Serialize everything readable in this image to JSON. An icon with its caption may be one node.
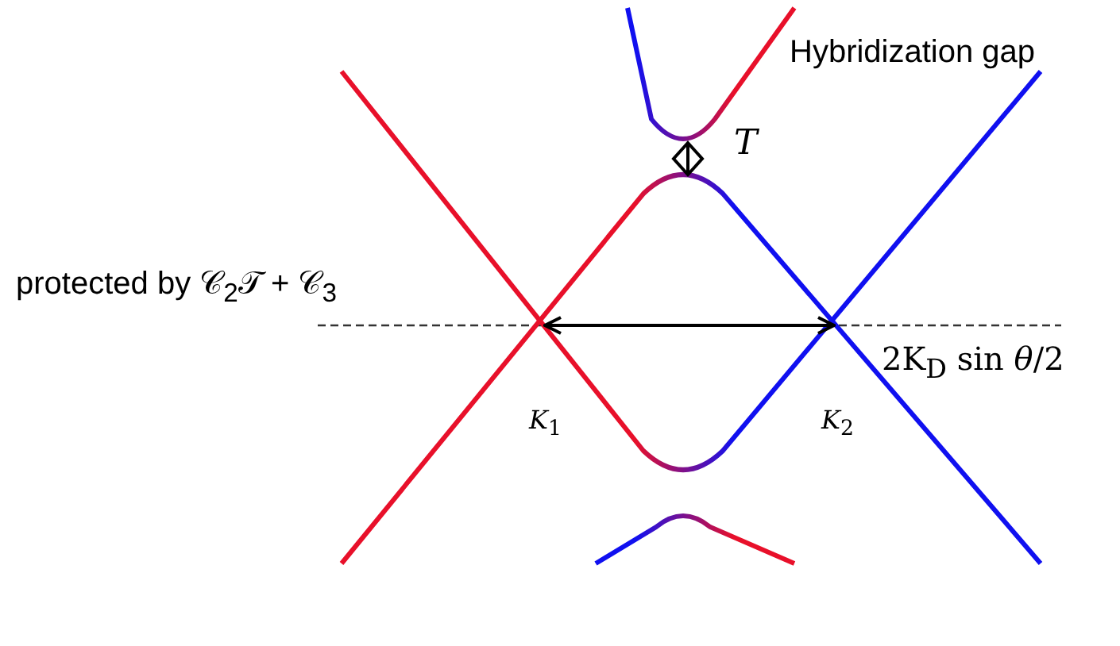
{
  "diagram": {
    "labels": [
      "Hybridization gap",
      "*T*",
      "protected by 𝒞$_{2}$𝒯 + 𝒞$_{3}$",
      "2K$_{D}$ sin *θ*/2",
      "*K*$_{1}$",
      "*K*$_{2}$"
    ]
  }
}
